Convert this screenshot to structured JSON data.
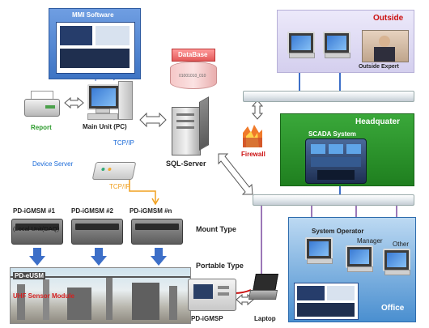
{
  "labels": {
    "mmi_software": "MMI Software",
    "database": "DataBase",
    "db_bits": "01001010_010",
    "report": "Report",
    "main_unit": "Main Unit (PC)",
    "tcpip_1": "TCP/IP",
    "sql_server": "SQL-Server",
    "firewall": "Firewall",
    "device_server": "Device Server",
    "tcpip_2": "TCP/IP",
    "outside": "Outside",
    "outside_expert": "Outside Expert",
    "headquater": "Headquater",
    "scada_system": "SCADA System",
    "mount_type": "Mount Type",
    "portable_type": "Portable Type",
    "pd_igmsm_1": "PD-iGMSM #1",
    "pd_igmsm_2": "PD-iGMSM #2",
    "pd_igmsm_n": "PD-iGMSM #n",
    "local_unit": "(Local Unit(DAQ)",
    "pd_eusm": "PD-eUSM",
    "uhf_sensor": "UHF Sensor Module",
    "pd_igmsp": "PD-iGMSP",
    "laptop": "Laptop",
    "system_operator": "System Operator",
    "manager": "Manager",
    "other": "Other",
    "office": "Office"
  },
  "colors": {
    "outside_bg": "#e6e2f6",
    "outside_title": "#cc1111",
    "headquater_bg": "#2e9a2e",
    "office_bg": "#3f8fd0",
    "mmi_bg": "#5a8fd6",
    "tcpip_blue": "#1a6ad8",
    "link_purple": "#7a4aa0",
    "tcp_orange": "#f0a020"
  }
}
